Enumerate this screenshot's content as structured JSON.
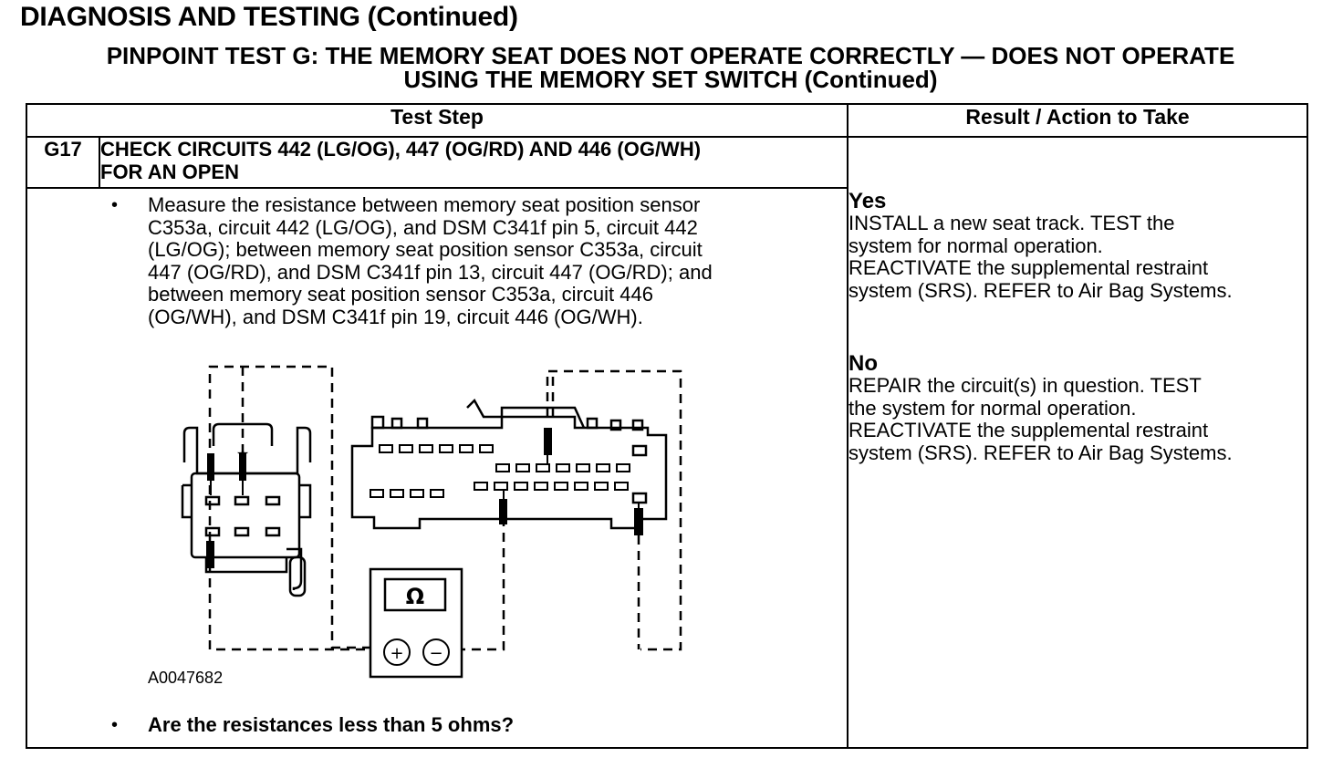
{
  "section_title": "DIAGNOSIS AND TESTING (Continued)",
  "test_title": {
    "line1": "PINPOINT TEST G: THE MEMORY SEAT DOES NOT OPERATE CORRECTLY — DOES NOT OPERATE",
    "line2": "USING THE MEMORY SET SWITCH (Continued)"
  },
  "table": {
    "headers": {
      "test_step": "Test Step",
      "result": "Result / Action to Take"
    },
    "step": {
      "id": "G17",
      "title_line1": "CHECK CIRCUITS 442 (LG/OG), 447 (OG/RD) AND 446 (OG/WH)",
      "title_line2": "FOR AN OPEN",
      "bullet": "•",
      "instruction_lines": [
        "Measure the resistance between memory seat position sensor",
        "C353a, circuit 442 (LG/OG), and DSM C341f pin 5, circuit 442",
        "(LG/OG); between memory seat position sensor C353a, circuit",
        "447 (OG/RD), and DSM C341f pin 13, circuit 447 (OG/RD); and",
        "between memory seat position sensor C353a, circuit 446",
        "(OG/WH), and DSM C341f pin 19, circuit 446 (OG/WH)."
      ],
      "figure_id": "A0047682",
      "meter_symbol": "Ω",
      "meter_plus": "+",
      "meter_minus": "−",
      "question": "Are the resistances less than 5 ohms?"
    },
    "results": [
      {
        "label": "Yes",
        "lines": [
          "INSTALL a new seat track. TEST the",
          "system for normal operation.",
          "REACTIVATE the supplemental restraint",
          "system (SRS). REFER to Air Bag Systems."
        ]
      },
      {
        "label": "No",
        "lines": [
          "REPAIR the circuit(s) in question. TEST",
          "the system for normal operation.",
          "REACTIVATE the supplemental restraint",
          "system (SRS). REFER to Air Bag Systems."
        ]
      }
    ]
  }
}
